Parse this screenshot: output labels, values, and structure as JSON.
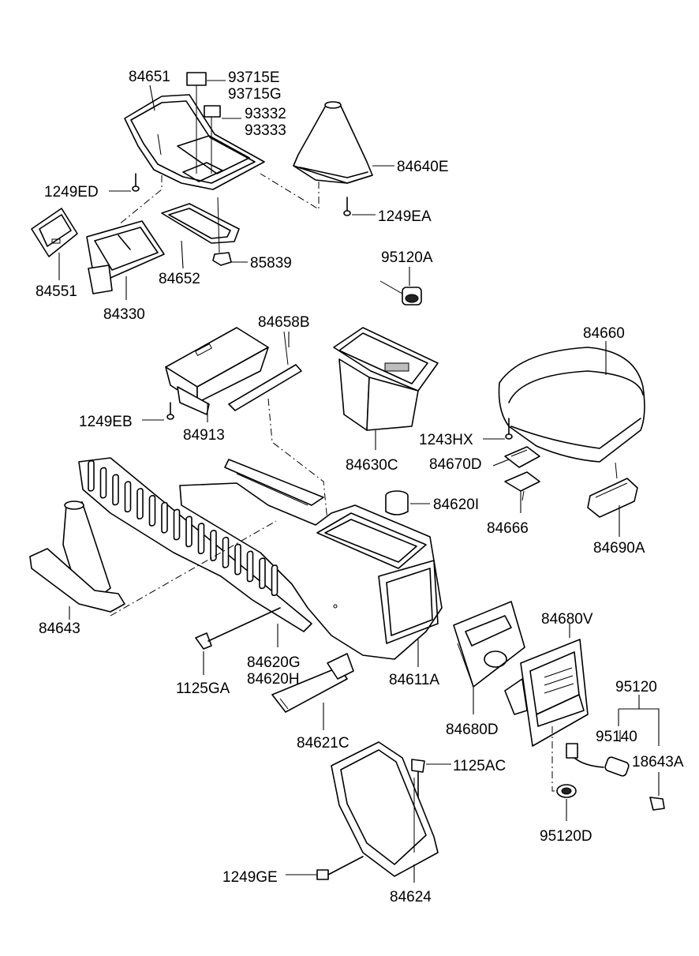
{
  "labels": [
    {
      "id": "84651",
      "text": "84651"
    },
    {
      "id": "93715E",
      "text": "93715E"
    },
    {
      "id": "93715G",
      "text": "93715G"
    },
    {
      "id": "93332",
      "text": "93332"
    },
    {
      "id": "93333",
      "text": "93333"
    },
    {
      "id": "84640E",
      "text": "84640E"
    },
    {
      "id": "1249ED",
      "text": "1249ED"
    },
    {
      "id": "1249EA",
      "text": "1249EA"
    },
    {
      "id": "85839",
      "text": "85839"
    },
    {
      "id": "84652",
      "text": "84652"
    },
    {
      "id": "84551",
      "text": "84551"
    },
    {
      "id": "84330",
      "text": "84330"
    },
    {
      "id": "95120A",
      "text": "95120A"
    },
    {
      "id": "84658B",
      "text": "84658B"
    },
    {
      "id": "84660",
      "text": "84660"
    },
    {
      "id": "1249EB",
      "text": "1249EB"
    },
    {
      "id": "84913",
      "text": "84913"
    },
    {
      "id": "1243HX",
      "text": "1243HX"
    },
    {
      "id": "84630C",
      "text": "84630C"
    },
    {
      "id": "84670D",
      "text": "84670D"
    },
    {
      "id": "84620I",
      "text": "84620I"
    },
    {
      "id": "84666",
      "text": "84666"
    },
    {
      "id": "84690A",
      "text": "84690A"
    },
    {
      "id": "84643",
      "text": "84643"
    },
    {
      "id": "84680V",
      "text": "84680V"
    },
    {
      "id": "84620G",
      "text": "84620G"
    },
    {
      "id": "84620H",
      "text": "84620H"
    },
    {
      "id": "84611A",
      "text": "84611A"
    },
    {
      "id": "1125GA",
      "text": "1125GA"
    },
    {
      "id": "95120",
      "text": "95120"
    },
    {
      "id": "84680D",
      "text": "84680D"
    },
    {
      "id": "95140",
      "text": "95140"
    },
    {
      "id": "84621C",
      "text": "84621C"
    },
    {
      "id": "18643A",
      "text": "18643A"
    },
    {
      "id": "1125AC",
      "text": "1125AC"
    },
    {
      "id": "95120D",
      "text": "95120D"
    },
    {
      "id": "1249GE",
      "text": "1249GE"
    },
    {
      "id": "84624",
      "text": "84624"
    }
  ]
}
